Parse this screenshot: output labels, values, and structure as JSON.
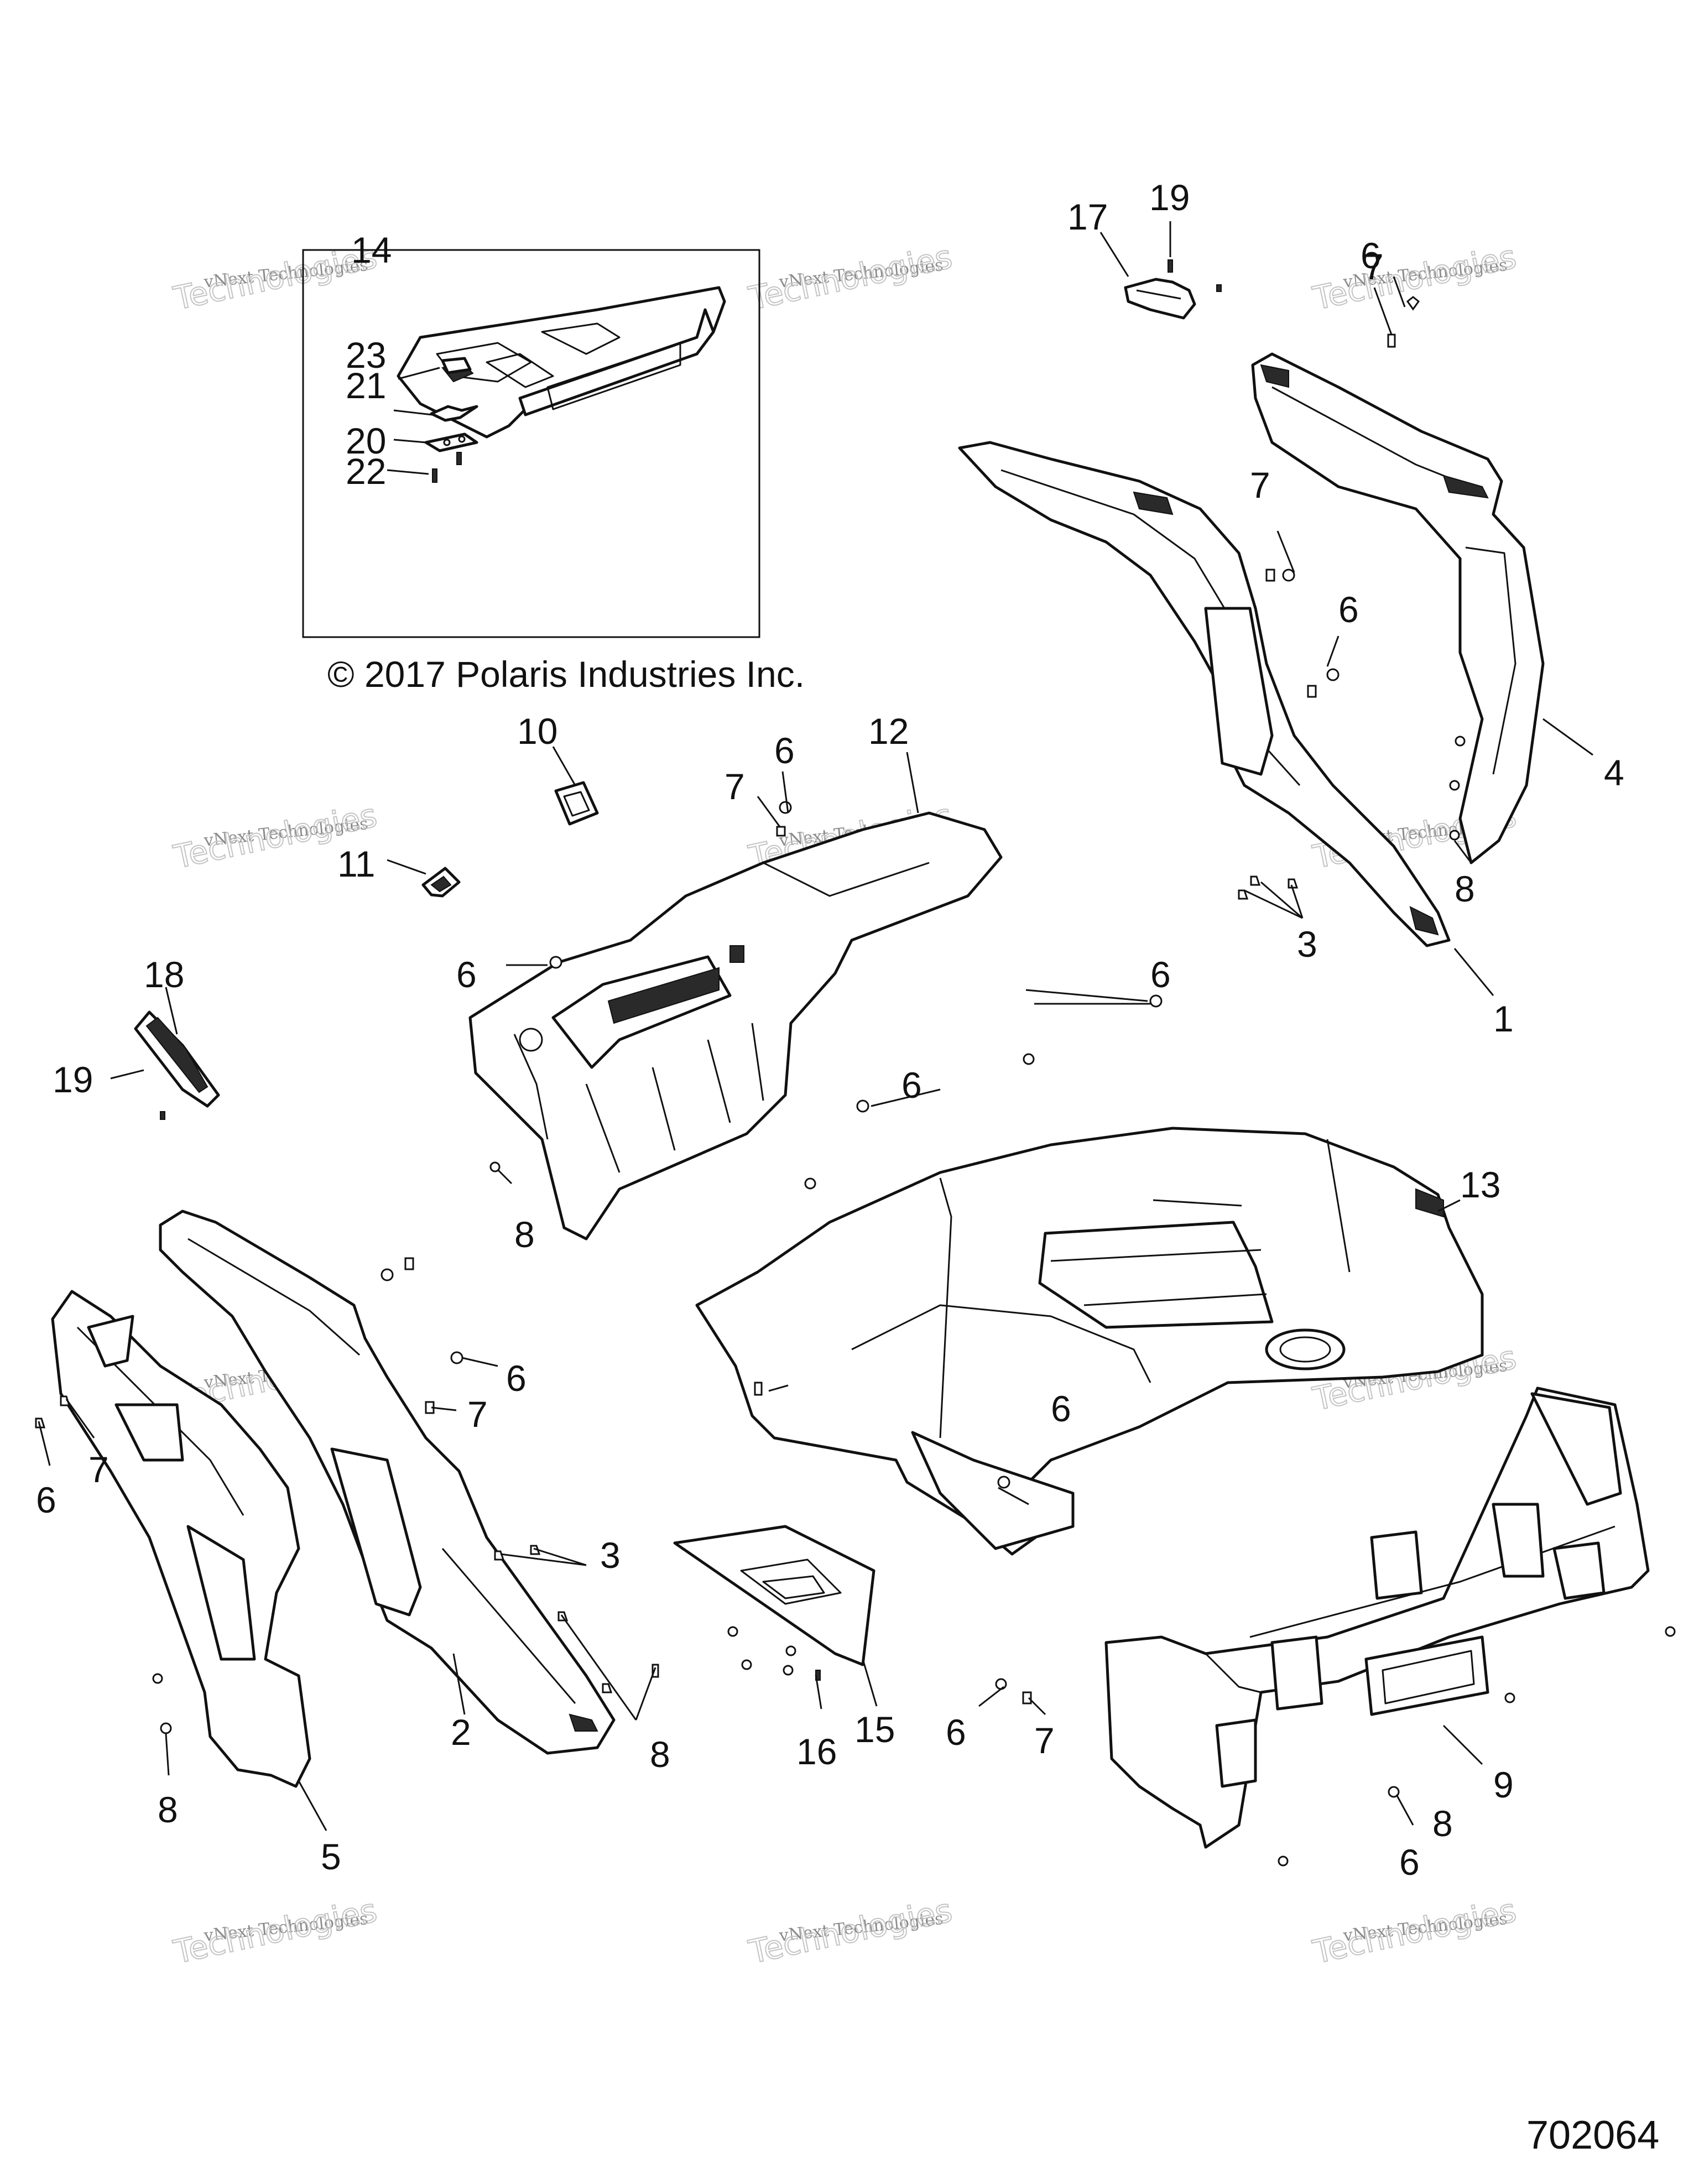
{
  "copyright": "© 2017 Polaris Industries Inc.",
  "document_number": "702064",
  "watermark": {
    "line1": "vNext Technologies",
    "line2": "Technologies"
  },
  "callouts": [
    "1",
    "2",
    "3",
    "3",
    "4",
    "5",
    "6",
    "6",
    "6",
    "6",
    "6",
    "6",
    "6",
    "6",
    "6",
    "6",
    "6",
    "7",
    "7",
    "7",
    "7",
    "7",
    "7",
    "8",
    "8",
    "8",
    "8",
    "8",
    "9",
    "10",
    "11",
    "12",
    "13",
    "14",
    "15",
    "16",
    "17",
    "18",
    "19",
    "19",
    "20",
    "21",
    "22",
    "23"
  ]
}
